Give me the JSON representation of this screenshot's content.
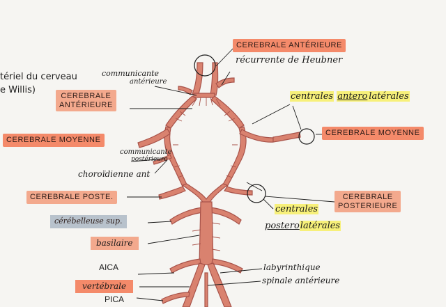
{
  "header_text": {
    "line1": "tériel du cerveau",
    "line2": "e Willis)"
  },
  "labels": {
    "cerebrale_anterieure_top": "CEREBRALE ANTÉRIEURE",
    "recurrente_heubner": "récurrente de Heubner",
    "communicante_anterieure_1": "communicante",
    "communicante_anterieure_2": "antérieure",
    "cerebrale_anterieure_left_1": "CEREBRALE",
    "cerebrale_anterieure_left_2": "ANTÉRIEURE",
    "centrales_antero_1": "centrales",
    "centrales_antero_2": "antero",
    "centrales_antero_3": "latérales",
    "cerebrale_moyenne_left": "CEREBRALE MOYENNE",
    "cerebrale_moyenne_right": "CEREBRALE MOYENNE",
    "communicante_posterieure_1": "communicante",
    "communicante_posterieure_2": "postérieure",
    "choroidienne_ant": "choroïdienne ant",
    "cerebrale_poste": "CEREBRALE POSTE.",
    "cerebrale_posterieure_right_1": "CEREBRALE",
    "cerebrale_posterieure_right_2": "POSTERIEURE",
    "centrales_postero_1": "centrales",
    "centrales_postero_2": "postero",
    "centrales_postero_3": "latérales",
    "cerebelleuse_sup": "cérébelleuse sup.",
    "basilaire": "basilaire",
    "aica": "AICA",
    "vertebrale": "vertébrale",
    "pica": "PICA",
    "labyrinthique": "labyrinthique",
    "spinale_anterieure": "spinale antérieure"
  },
  "colors": {
    "artery_fill": "#d9826f",
    "artery_stroke": "#a8534a",
    "box_salmon": "#f3a98d",
    "box_salmon_strong": "#f48a6a",
    "box_gray": "#b8c2cc",
    "highlight_yellow": "#f7f07a",
    "ink": "#1b1b1b"
  }
}
